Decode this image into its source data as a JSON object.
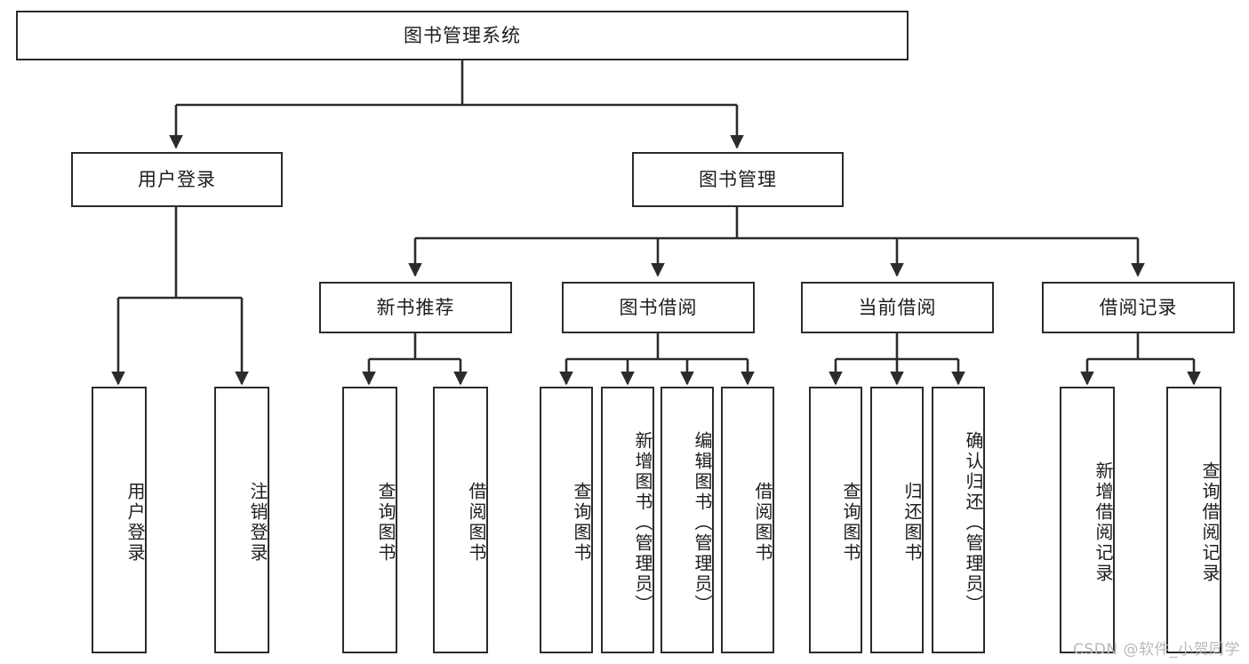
{
  "diagram": {
    "title": "图书管理系统",
    "type": "hierarchy-tree",
    "root": {
      "label": "图书管理系统",
      "orientation": "horizontal"
    },
    "level2": [
      {
        "label": "用户登录",
        "orientation": "horizontal"
      },
      {
        "label": "图书管理",
        "orientation": "horizontal"
      }
    ],
    "level3": [
      {
        "label": "新书推荐",
        "orientation": "horizontal",
        "parent": "图书管理"
      },
      {
        "label": "图书借阅",
        "orientation": "horizontal",
        "parent": "图书管理"
      },
      {
        "label": "当前借阅",
        "orientation": "horizontal",
        "parent": "图书管理"
      },
      {
        "label": "借阅记录",
        "orientation": "horizontal",
        "parent": "图书管理"
      }
    ],
    "leaves": {
      "user_login": [
        {
          "label": "用户登录",
          "orientation": "vertical"
        },
        {
          "label": "注销登录",
          "orientation": "vertical"
        }
      ],
      "new_book_recommend": [
        {
          "label": "查询图书",
          "orientation": "vertical"
        },
        {
          "label": "借阅图书",
          "orientation": "vertical"
        }
      ],
      "book_borrow": [
        {
          "label": "查询图书",
          "orientation": "vertical"
        },
        {
          "label": "新增图书（管理员）",
          "orientation": "vertical"
        },
        {
          "label": "编辑图书（管理员）",
          "orientation": "vertical"
        },
        {
          "label": "借阅图书",
          "orientation": "vertical"
        }
      ],
      "current_borrow": [
        {
          "label": "查询图书",
          "orientation": "vertical"
        },
        {
          "label": "归还图书",
          "orientation": "vertical"
        },
        {
          "label": "确认归还（管理员）",
          "orientation": "vertical"
        }
      ],
      "borrow_record": [
        {
          "label": "新增借阅记录",
          "orientation": "vertical"
        },
        {
          "label": "查询借阅记录",
          "orientation": "vertical"
        }
      ]
    },
    "colors": {
      "border": "#2b2b2b",
      "background": "#ffffff",
      "text": "#1d1d1d",
      "edge": "#2b2b2b",
      "watermark": "#b9b9b9"
    }
  },
  "watermark": {
    "text": "CSDN @软件_小贺同学"
  }
}
